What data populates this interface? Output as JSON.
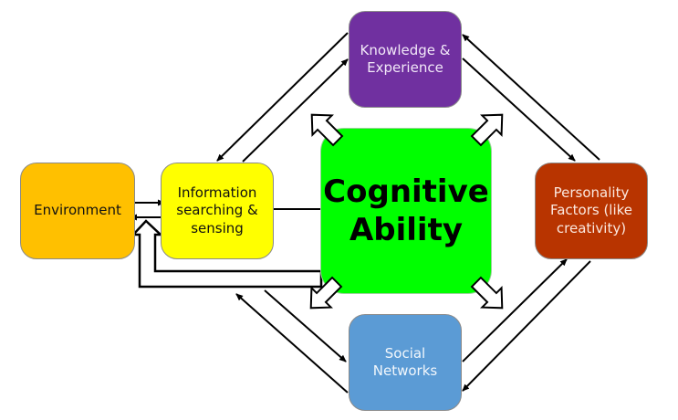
{
  "diagram": {
    "nodes": {
      "environment": {
        "label": "Environment",
        "color": "#ffc000"
      },
      "information": {
        "label": "Information\nsearching &\nsensing",
        "color": "#ffff00"
      },
      "knowledge": {
        "label": "Knowledge &\nExperience",
        "color": "#7030a0"
      },
      "cognitive": {
        "label": "Cognitive\nAbility",
        "color": "#00ff00"
      },
      "personality": {
        "label": "Personality\nFactors (like\ncreativity)",
        "color": "#b83400"
      },
      "social": {
        "label": "Social\nNetworks",
        "color": "#5b9bd5"
      }
    },
    "edges": [
      {
        "from": "environment",
        "to": "information",
        "type": "thin-arrow"
      },
      {
        "from": "information",
        "to": "environment",
        "type": "thin-arrow"
      },
      {
        "from": "information",
        "to": "cognitive",
        "type": "thin-arrow"
      },
      {
        "from": "knowledge",
        "to": "information",
        "type": "thin-arrow"
      },
      {
        "from": "information",
        "to": "knowledge",
        "type": "thin-arrow"
      },
      {
        "from": "personality",
        "to": "knowledge",
        "type": "thin-arrow"
      },
      {
        "from": "knowledge",
        "to": "personality",
        "type": "thin-arrow"
      },
      {
        "from": "social",
        "to": "personality",
        "type": "thin-arrow"
      },
      {
        "from": "personality",
        "to": "social",
        "type": "thin-arrow"
      },
      {
        "from": "social",
        "to": "information",
        "type": "thin-arrow"
      },
      {
        "from": "information",
        "to": "social",
        "type": "thin-arrow"
      },
      {
        "from": "cognitive",
        "to": "knowledge",
        "type": "block-arrow"
      },
      {
        "from": "cognitive",
        "to": "personality",
        "type": "block-arrow"
      },
      {
        "from": "cognitive",
        "to": "social",
        "type": "block-arrow"
      },
      {
        "from": "cognitive",
        "to": "information",
        "type": "block-arrow"
      },
      {
        "from": "cognitive",
        "to": "environment",
        "type": "block-arrow"
      }
    ]
  }
}
